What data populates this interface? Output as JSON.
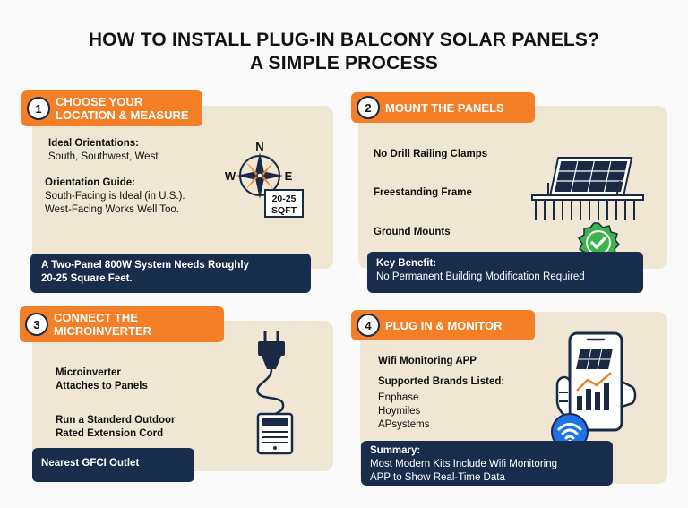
{
  "title": {
    "line1": "HOW TO INSTALL PLUG-IN BALCONY SOLAR PANELS?",
    "line2": "A SIMPLE PROCESS"
  },
  "steps": [
    {
      "num": "1",
      "tab_line1": "CHOOSE YOUR",
      "tab_line2": "LOCATION & MEASURE",
      "ideal_heading": "Ideal Orientations:",
      "ideal_text": "South, Southwest, West",
      "guide_heading": "Orientation Guide:",
      "guide_line1": "South-Facing is Ideal (in U.S.).",
      "guide_line2": "West-Facing Works Well Too.",
      "compass": {
        "n": "N",
        "w": "W",
        "e": "E",
        "badge_line1": "20-25",
        "badge_line2": "SQFT"
      },
      "note_line1": "A Two-Panel 800W System Needs Roughly",
      "note_line2": "20-25 Square Feet."
    },
    {
      "num": "2",
      "tab": "MOUNT THE PANELS",
      "items": [
        "No Drill Railing Clamps",
        "Freestanding Frame",
        "Ground Mounts"
      ],
      "benefit_heading": "Key Benefit:",
      "benefit_text": "No Permanent Building Modification Required"
    },
    {
      "num": "3",
      "tab_line1": "CONNECT THE",
      "tab_line2": "MICROINVERTER",
      "item1_line1": "Microinverter",
      "item1_line2": "Attaches to Panels",
      "item2_line1": "Run a Standerd Outdoor",
      "item2_line2": "Rated Extension Cord",
      "note": "Nearest GFCI Outlet"
    },
    {
      "num": "4",
      "tab": "PLUG IN & MONITOR",
      "app": "Wifi Monitoring APP",
      "brands_heading": "Supported Brands Listed:",
      "brands": [
        "Enphase",
        "Hoymiles",
        "APsystems"
      ],
      "summary_heading": "Summary:",
      "summary_line1": "Most Modern Kits Include Wifi Monitoring",
      "summary_line2": "APP to Show Real-Time Data"
    }
  ],
  "colors": {
    "orange": "#f47f27",
    "navy": "#172d4b",
    "beige": "#efe6d4",
    "green": "#3bb54a",
    "wifi_blue": "#1e73e8"
  }
}
